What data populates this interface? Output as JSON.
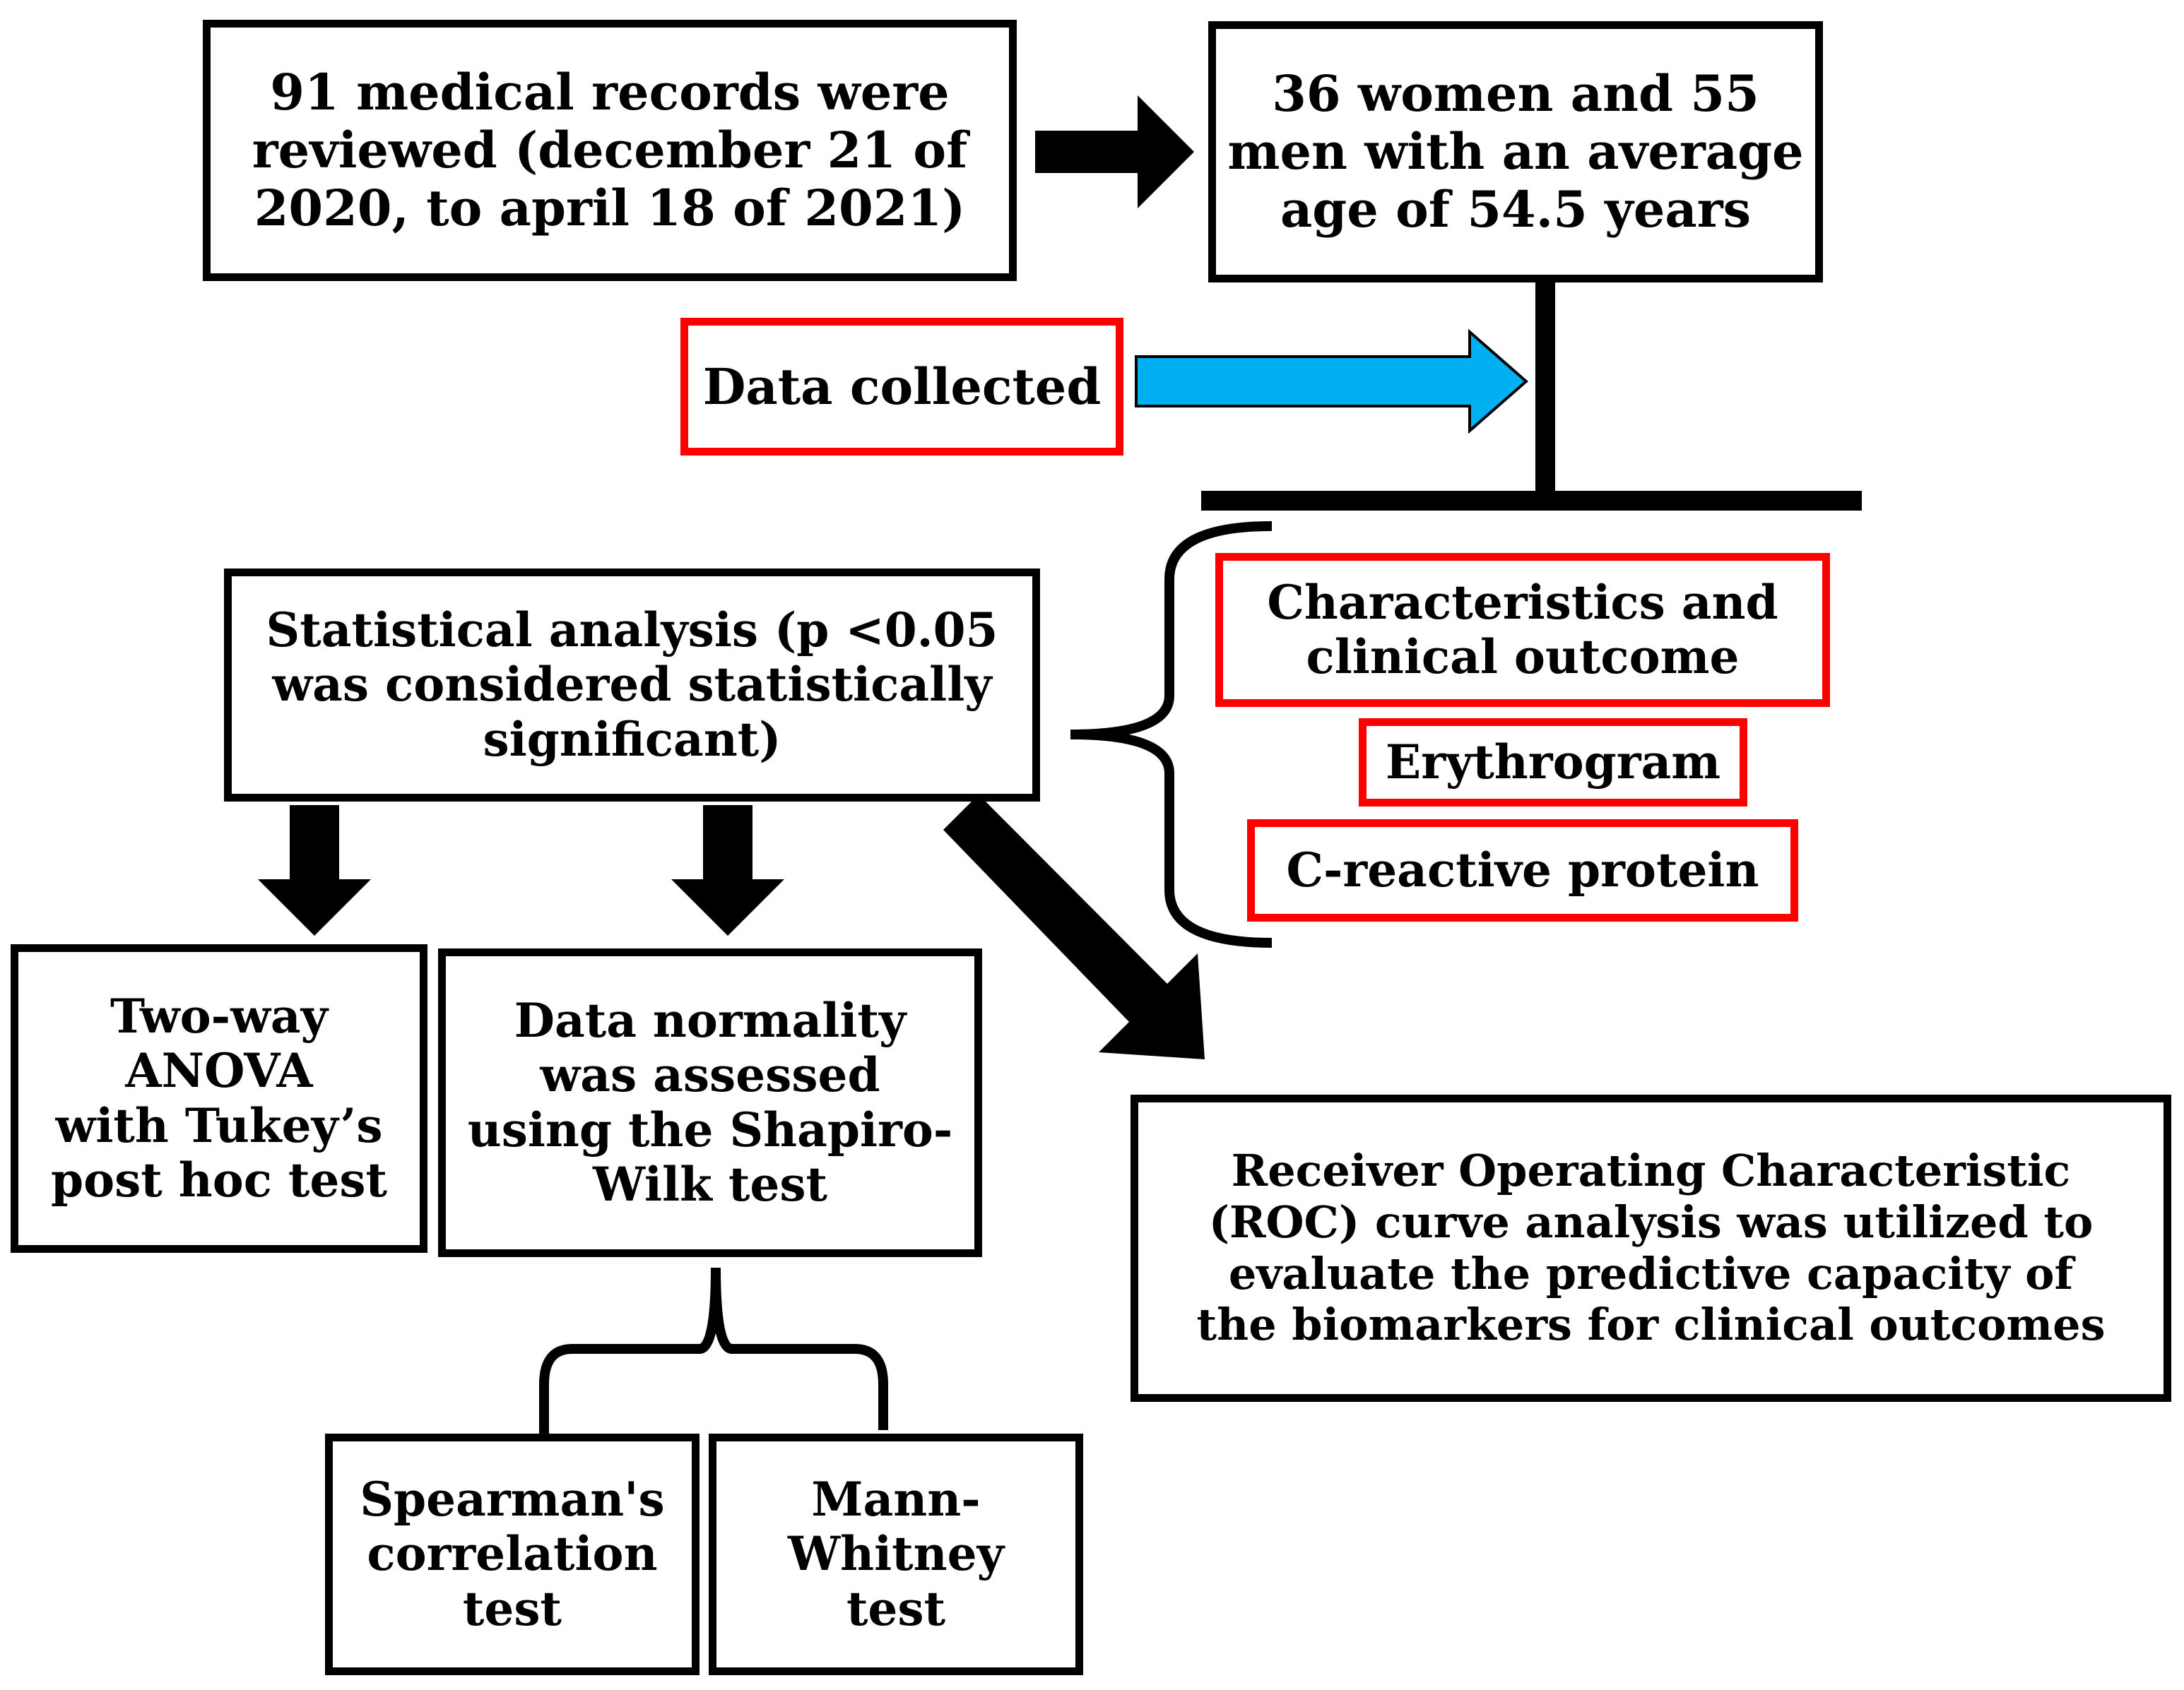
{
  "boxes": {
    "records": "91 medical records were\nreviewed (december 21 of\n2020, to april 18 of 2021)",
    "demographics": "36 women and 55\nmen with an average\nage of 54.5 years",
    "data_collected": "Data collected",
    "characteristics": "Characteristics and\nclinical outcome",
    "erythrogram": "Erythrogram",
    "crp": "C-reactive protein",
    "statistical": "Statistical analysis (p <0.05\nwas considered statistically\nsignificant)",
    "anova": "Two-way\nANOVA\nwith Tukey’s\npost hoc test",
    "normality": "Data normality\nwas assessed\nusing the Shapiro-\nWilk test",
    "roc": "Receiver Operating Characteristic\n(ROC) curve analysis was utilized to\nevaluate the predictive capacity of\nthe biomarkers for clinical outcomes",
    "spearman": "Spearman's\ncorrelation\ntest",
    "mann_whitney": "Mann-\nWhitney\ntest"
  },
  "colors": {
    "box_border": "#000000",
    "highlight_border": "#ff0000",
    "data_arrow_fill": "#00b0f0",
    "connector": "#000000"
  }
}
